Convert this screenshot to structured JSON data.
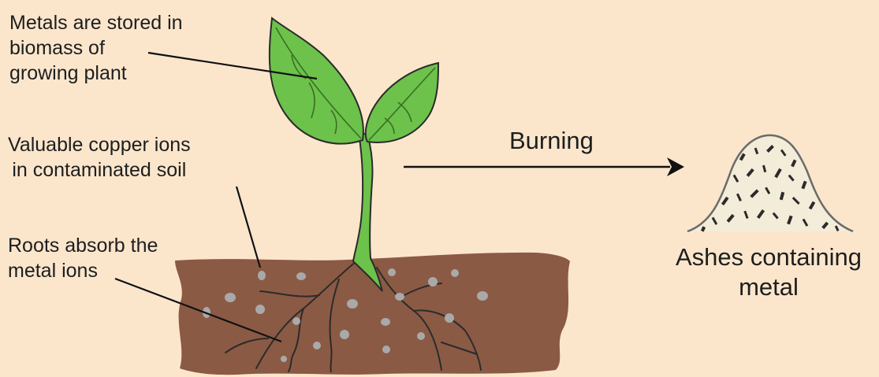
{
  "labels": {
    "metals_stored": [
      "Metals are stored in",
      "biomass of",
      "growing plant"
    ],
    "copper_ions": [
      "Valuable copper ions",
      "in contaminated soil"
    ],
    "roots_absorb": [
      "Roots absorb the",
      "metal ions"
    ],
    "burning": "Burning",
    "ashes": [
      "Ashes containing",
      "metal"
    ]
  },
  "colors": {
    "background": "#fbe6cc",
    "soil": "#8b5a44",
    "plant": "#6cc24a",
    "plant_dark": "#4e9b35",
    "stone": "#a9a9a9",
    "ash": "#f3ecd8",
    "ink": "#1e1e1e"
  }
}
